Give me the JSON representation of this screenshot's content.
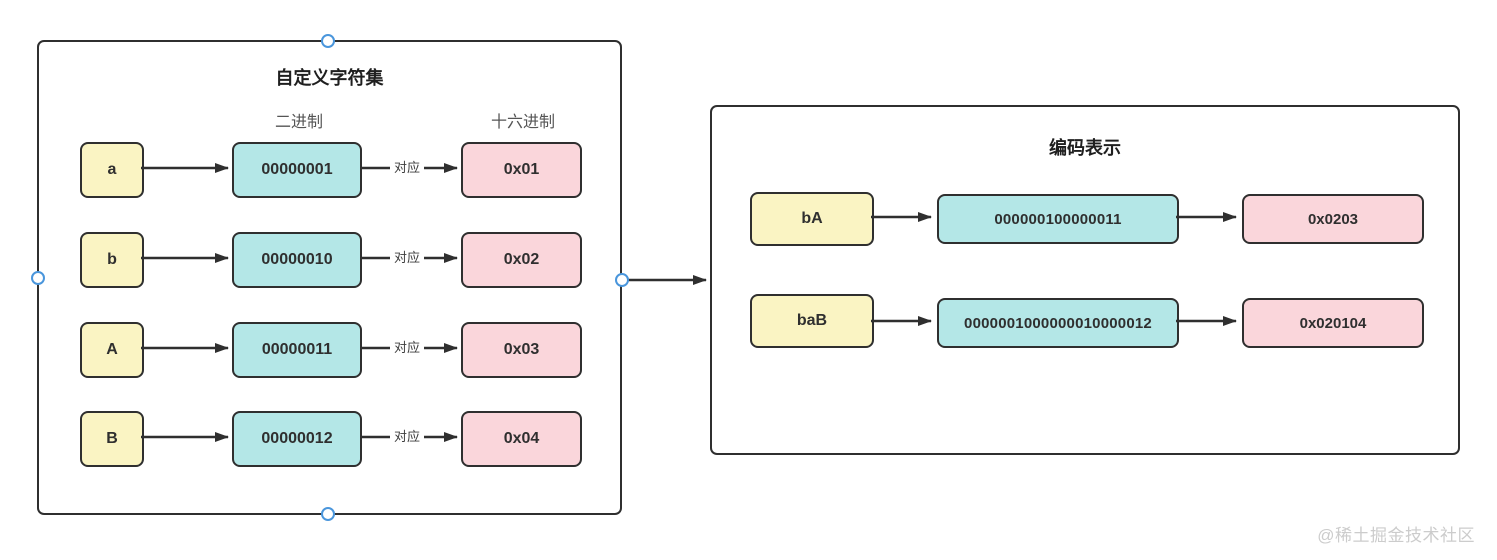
{
  "charset_panel": {
    "title": "自定义字符集",
    "binary_header": "二进制",
    "hex_header": "十六进制",
    "mapping_label": "对应",
    "rows": [
      {
        "char": "a",
        "binary": "00000001",
        "hex": "0x01"
      },
      {
        "char": "b",
        "binary": "00000010",
        "hex": "0x02"
      },
      {
        "char": "A",
        "binary": "00000011",
        "hex": "0x03"
      },
      {
        "char": "B",
        "binary": "00000012",
        "hex": "0x04"
      }
    ]
  },
  "encoding_panel": {
    "title": "编码表示",
    "rows": [
      {
        "string": "bA",
        "binary": "000000100000011",
        "hex": "0x0203"
      },
      {
        "string": "baB",
        "binary": "0000001000000010000012",
        "hex": "0x020104"
      }
    ]
  },
  "watermark": "@稀土掘金技术社区",
  "colors": {
    "char_box_fill": "#faf4c3",
    "binary_box_fill": "#b4e7e7",
    "hex_box_fill": "#fad6db",
    "box_border": "#2f2f2f",
    "arrow": "#2f2f2f",
    "handle_stroke": "#4a96dc",
    "header_text": "#555555",
    "watermark_text": "#cccccc"
  }
}
